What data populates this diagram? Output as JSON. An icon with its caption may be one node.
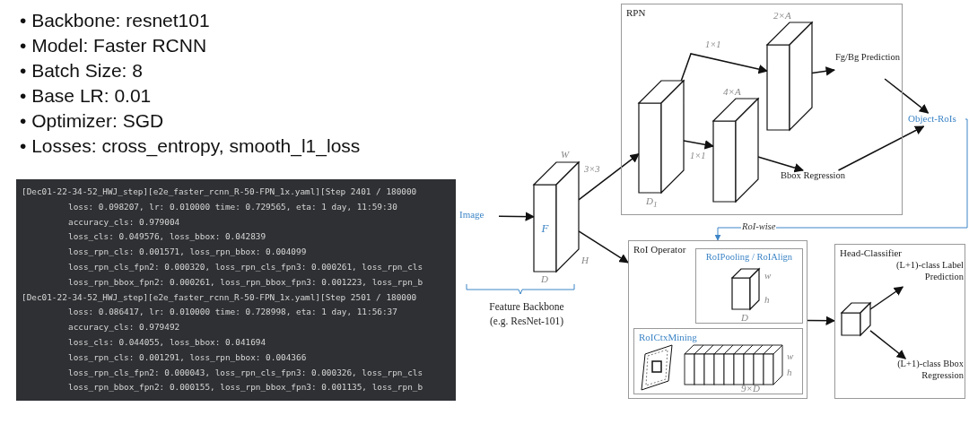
{
  "diagram": {
    "nodes": [
      {
        "text": [
          "Image"
        ]
      },
      {
        "text": [
          "F"
        ],
        "beside": [
          "Feature Backbone (e.g. ResNet-101)"
        ]
      },
      {
        "text": [
          "RPN"
        ]
      },
      {
        "text": [],
        "shape": "box",
        "in": 2
      },
      {
        "text": [],
        "shape": "box",
        "in": 2
      },
      {
        "text": [],
        "shape": "box",
        "in": 2
      },
      {
        "text": [
          "Fg/Bg Prediction"
        ],
        "in": 2
      },
      {
        "text": [
          "Bbox Regression"
        ],
        "in": 2
      },
      {
        "text": [
          "Object-RoIs"
        ]
      },
      {
        "text": [
          "RoI Operator"
        ]
      },
      {
        "text": [
          "RoIPooling / RoIAlign"
        ],
        "in": 9
      },
      {
        "text": [
          "RoICtxMining"
        ],
        "in": 9
      },
      {
        "text": [
          "Head-Classifier"
        ]
      },
      {
        "text": [],
        "shape": "box",
        "in": 12
      },
      {
        "text": [
          "(L+1)-class Label Prediction"
        ],
        "in": 12
      },
      {
        "text": [
          "(L+1)-class Bbox Regression"
        ],
        "in": 12
      }
    ],
    "edges": [
      {
        "from": 0,
        "to": 1,
        "arrow": "to"
      },
      {
        "from": 1,
        "to": 3,
        "arrow": "to",
        "label": "3×3"
      },
      {
        "from": 3,
        "to": 5,
        "arrow": "to",
        "label": "1×1"
      },
      {
        "from": 3,
        "to": 4,
        "arrow": "to",
        "label": "1×1"
      },
      {
        "from": 5,
        "to": 6,
        "arrow": "to"
      },
      {
        "from": 4,
        "to": 7,
        "arrow": "to"
      },
      {
        "from": 6,
        "to": 8,
        "arrow": "to"
      },
      {
        "from": 7,
        "to": 8,
        "arrow": "to"
      },
      {
        "from": 8,
        "to": 9,
        "arrow": "to",
        "label": "RoI-wise",
        "color": "#3d85c6"
      },
      {
        "from": 1,
        "to": 9,
        "arrow": "to"
      },
      {
        "from": 9,
        "to": 12,
        "arrow": "to"
      },
      {
        "from": 13,
        "to": 14,
        "arrow": "to"
      },
      {
        "from": 13,
        "to": 15,
        "arrow": "to"
      }
    ],
    "labels": [
      "• Backbone: resnet101",
      "• Model: Faster RCNN",
      "• Batch Size: 8",
      "• Base LR: 0.01",
      "• Optimizer: SGD",
      "• Losses: cross_entropy, smooth_l1_loss",
      "[Dec01-22-34-52_HWJ_step][e2e_faster_rcnn_R-50-FPN_1x.yaml][Step 2401 / 180000",
      "loss: 0.098207, lr: 0.010000 time: 0.729565, eta: 1 day, 11:59:30",
      "accuracy_cls: 0.979004",
      "loss_cls: 0.049576, loss_bbox: 0.042839",
      "loss_rpn_cls: 0.001571, loss_rpn_bbox: 0.004099",
      "loss_rpn_cls_fpn2: 0.000320, loss_rpn_cls_fpn3: 0.000261, loss_rpn_cls",
      "loss_rpn_bbox_fpn2: 0.000261, loss_rpn_bbox_fpn3: 0.001223, loss_rpn_b",
      "[Dec01-22-34-52_HWJ_step][e2e_faster_rcnn_R-50-FPN_1x.yaml][Step 2501 / 180000",
      "loss: 0.086417, lr: 0.010000 time: 0.728998, eta: 1 day, 11:56:37",
      "accuracy_cls: 0.979492",
      "loss_cls: 0.044055, loss_bbox: 0.041694",
      "loss_rpn_cls: 0.001291, loss_rpn_bbox: 0.004366",
      "loss_rpn_cls_fpn2: 0.000043, loss_rpn_cls_fpn3: 0.000326, loss_rpn_cls",
      "loss_rpn_bbox_fpn2: 0.000155, loss_rpn_bbox_fpn3: 0.001135, loss_rpn_b",
      "W",
      "H",
      "D",
      "D$_{1}$",
      "2×A",
      "4×A",
      "w",
      "h",
      "D",
      "w",
      "h",
      "9×D"
    ]
  }
}
